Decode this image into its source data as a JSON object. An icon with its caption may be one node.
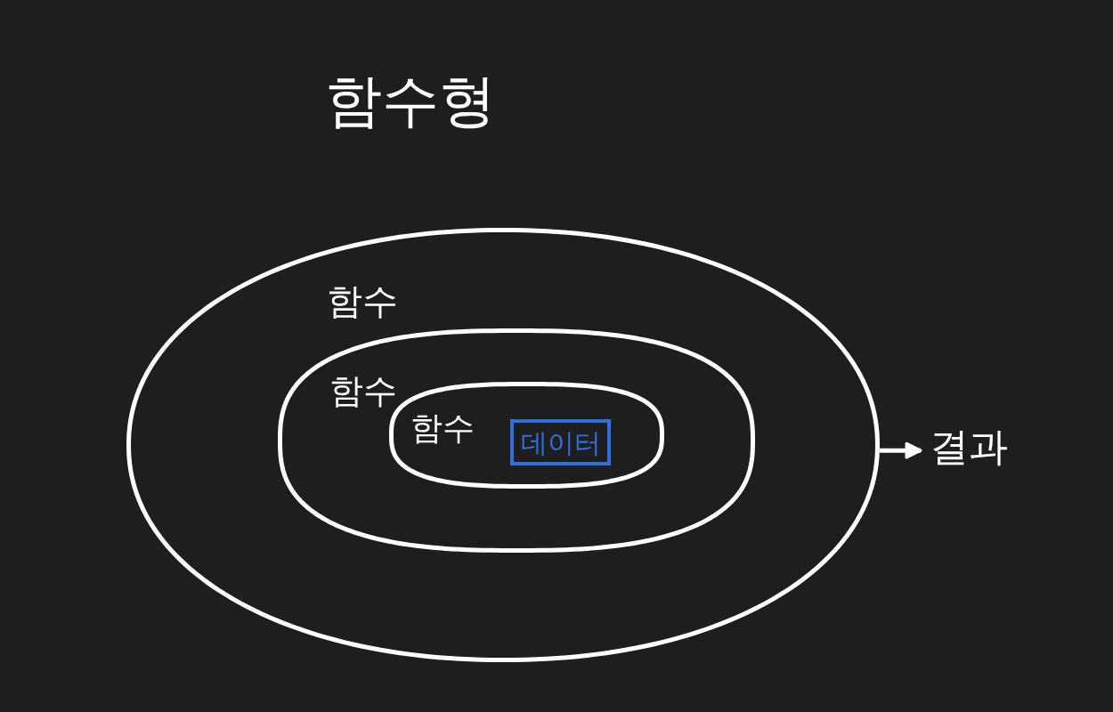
{
  "diagram": {
    "title": "함수형",
    "nodes": [
      {
        "text": [
          "함수"
        ]
      },
      {
        "text": [
          "함수"
        ],
        "in": 0
      },
      {
        "text": [
          "함수"
        ],
        "in": 1
      },
      {
        "text": [
          "데이터"
        ],
        "in": 2
      },
      {
        "text": [
          "결과"
        ]
      }
    ],
    "edges": [
      {
        "from": 0,
        "to": 4,
        "arrow": "to"
      }
    ]
  }
}
